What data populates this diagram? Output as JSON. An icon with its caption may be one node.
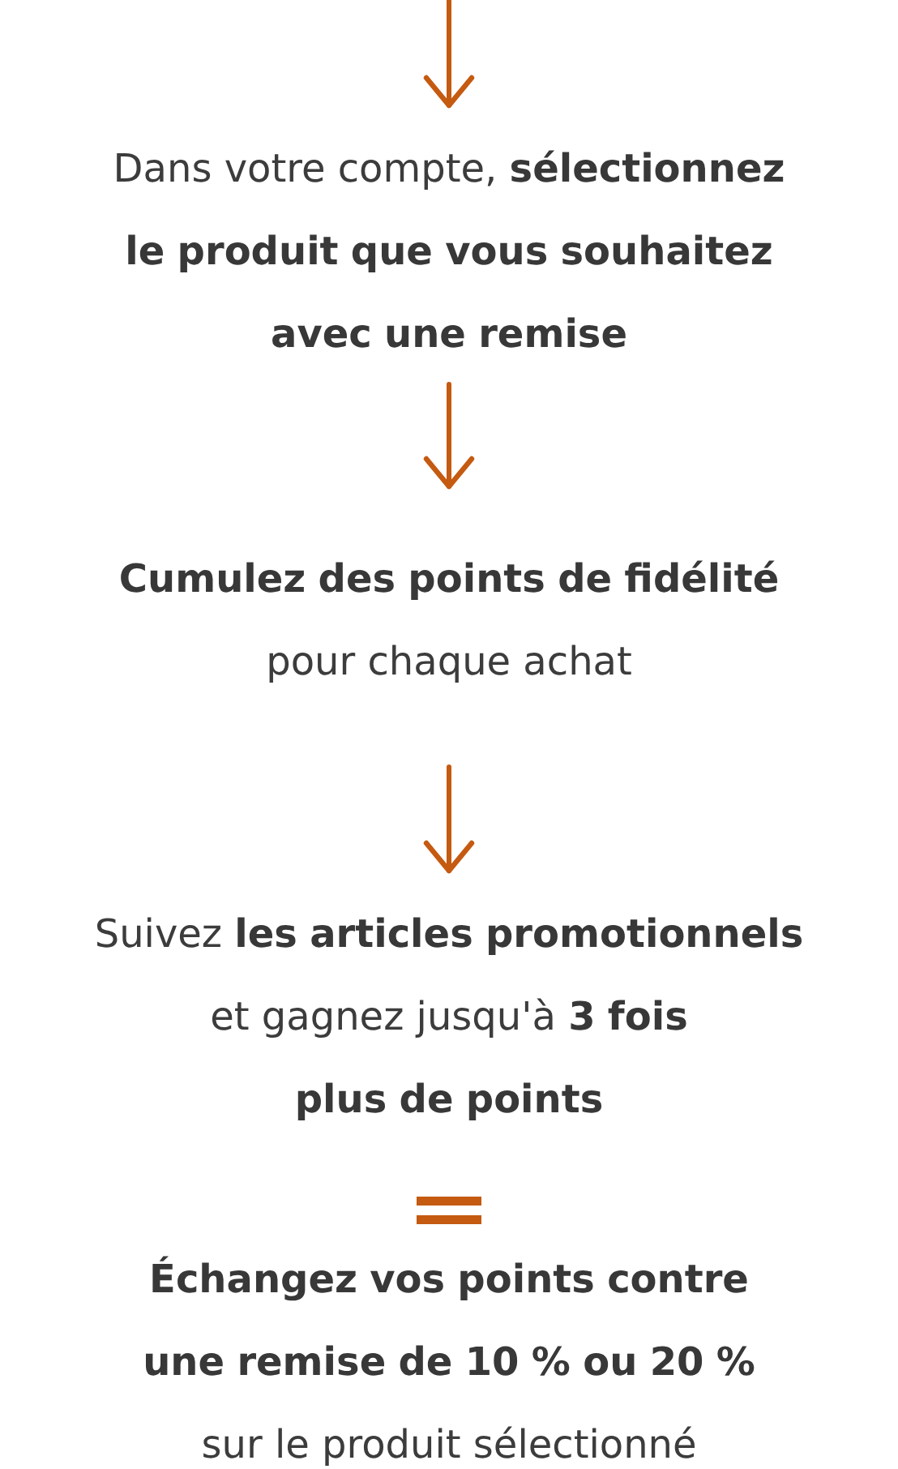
{
  "diagram": {
    "nodes": [
      {
        "text": [
          "Dans votre compte, **sélectionnez le produit que vous souhaitez avec une remise**"
        ]
      },
      {
        "text": [
          "**Cumulez des points de fidélité** pour chaque achat"
        ]
      },
      {
        "text": [
          "Suivez **les articles promotionnels** et gagnez jusqu'à **3 fois plus de points**"
        ]
      },
      {
        "text": [
          "**Échangez vos points contre une remise de 10 % ou 20 %** sur le produit sélectionné"
        ]
      }
    ],
    "edges": [
      {
        "from": null,
        "to": 0,
        "arrow": "to"
      },
      {
        "from": 0,
        "to": 1,
        "arrow": "to"
      },
      {
        "from": 1,
        "to": 2,
        "arrow": "to"
      }
    ]
  }
}
